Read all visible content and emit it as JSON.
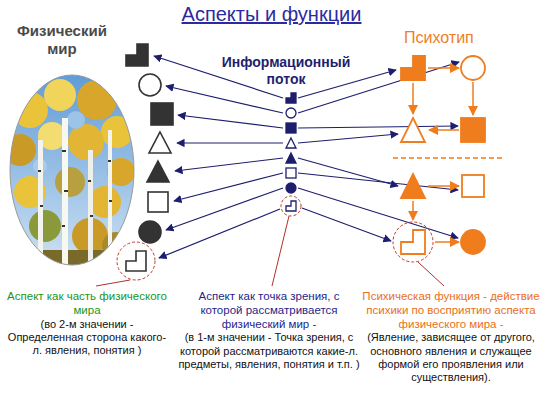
{
  "diagram": {
    "title": "Аспекты и функции",
    "labels": [
      "Физический мир",
      "Информационный поток",
      "Психотип",
      "Аспект как часть физического мира",
      "(во 2-м значении - Определенная сторона какого-л. явления, понятия )",
      "Аспект как точка зрения, с которой рассматривается физический мир -",
      "(в 1-м значении - Точка зрения, с которой рассматриваются какие-л. предметы, явления, понятия и т.п. )",
      "Психическая функция - действие психики по восприятию аспекта физического мира -",
      "(Явление, зависящее от другого, основного явления и служащее формой его проявления или существления)."
    ]
  }
}
